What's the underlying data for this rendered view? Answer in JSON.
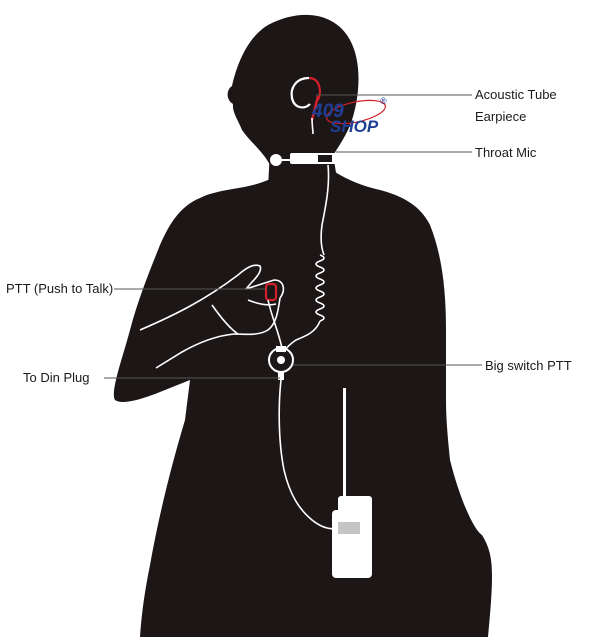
{
  "labels": {
    "acoustic_tube": "Acoustic Tube",
    "earpiece": "Earpiece",
    "throat_mic": "Throat Mic",
    "ptt": "PTT (Push to Talk)",
    "big_switch_ptt": "Big switch PTT",
    "din_plug": "To Din Plug"
  },
  "logo": {
    "number": "409",
    "word": "SHOP",
    "registered": "®"
  },
  "colors": {
    "silhouette": "#1d1617",
    "background": "#ffffff",
    "wire": "#ffffff",
    "accent_red": "#d0202a",
    "logo_blue": "#1f3f95",
    "leader_line": "#555555",
    "label_text": "#1a1a1a"
  }
}
